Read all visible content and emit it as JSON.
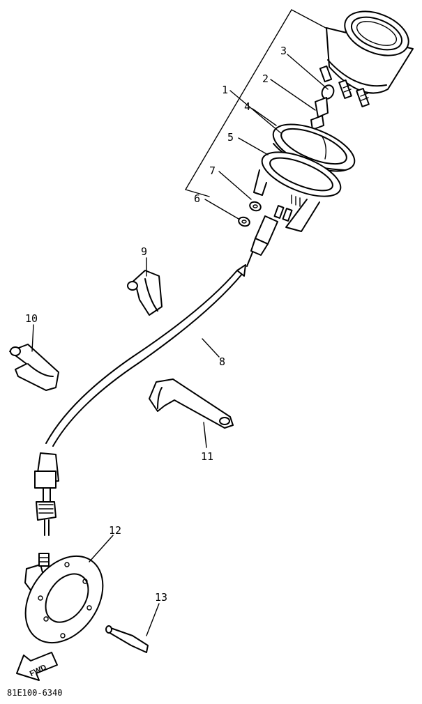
{
  "callouts": {
    "c1": "1",
    "c2": "2",
    "c3": "3",
    "c4": "4",
    "c5": "5",
    "c6": "6",
    "c7": "7",
    "c8": "8",
    "c9": "9",
    "c10": "10",
    "c11": "11",
    "c12": "12",
    "c13": "13"
  },
  "fwd_label": "FWD",
  "drawing_code": "81E100-6340"
}
